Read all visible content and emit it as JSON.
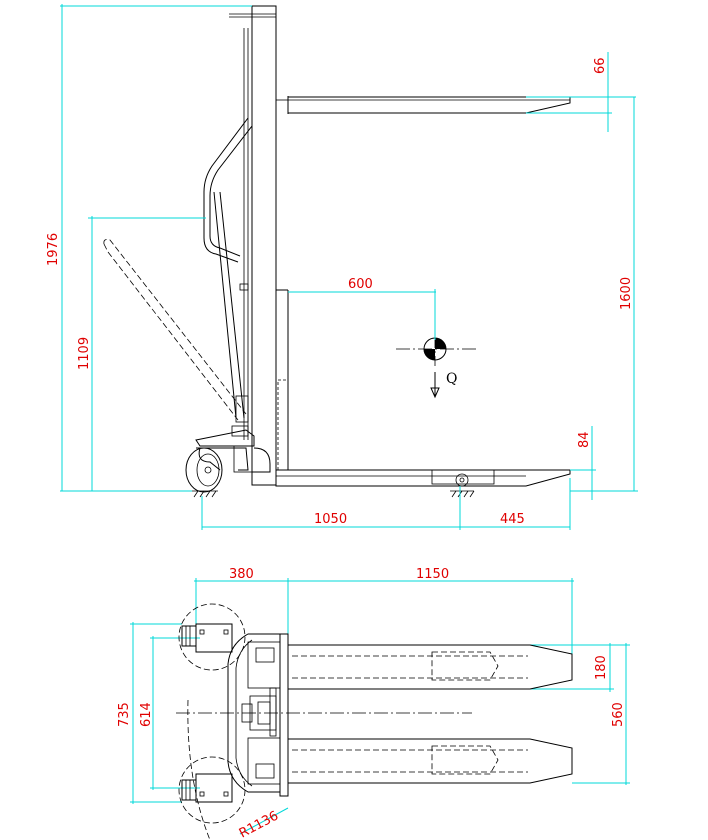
{
  "side_view": {
    "dims": {
      "overall_height": "1976",
      "handle_height": "1109",
      "top_gap": "66",
      "lift_height": "1600",
      "load_center": "600",
      "fork_thickness": "84",
      "wheelbase": "1050",
      "fork_overhang": "445"
    },
    "cog_label": "Q"
  },
  "top_view": {
    "dims": {
      "front_offset": "380",
      "fork_length": "1150",
      "outer_width": "735",
      "wheel_track": "614",
      "fork_width": "180",
      "fork_spread": "560",
      "turning_radius": "R1136"
    }
  },
  "colors": {
    "dimension_lines": "#00d8d8",
    "dimension_text": "#e00000",
    "outline": "#000000"
  }
}
